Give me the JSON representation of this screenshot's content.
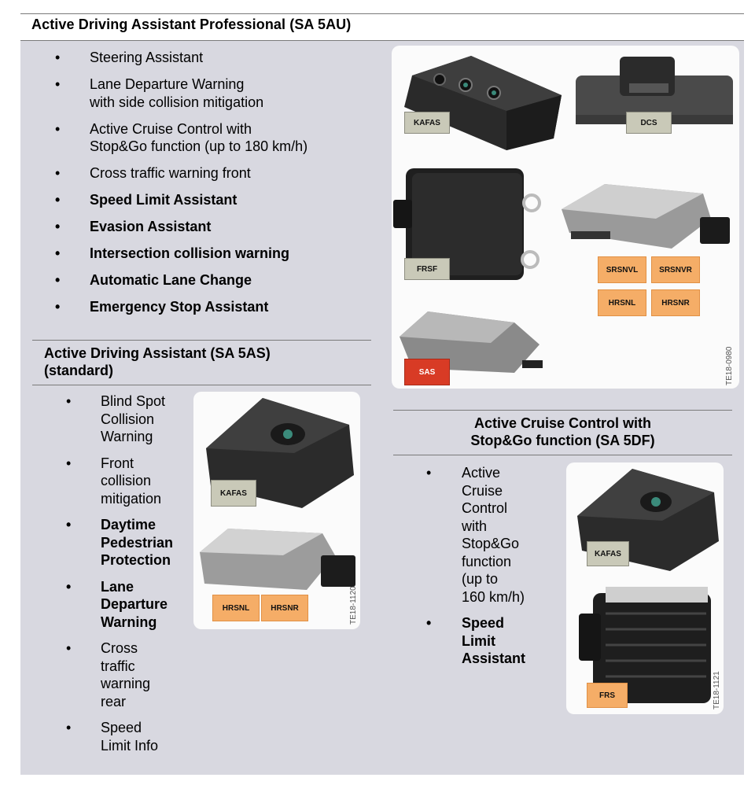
{
  "main_title": "Active Driving Assistant Professional (SA 5AU)",
  "professional_features": [
    {
      "text": "Steering Assistant",
      "bold": false
    },
    {
      "text": "Lane Departure Warning\nwith side collision mitigation",
      "bold": false
    },
    {
      "text": "Active Cruise Control with\nStop&Go function (up to 180 km/h)",
      "bold": false
    },
    {
      "text": "Cross traffic warning front",
      "bold": false
    },
    {
      "text": "Speed Limit Assistant",
      "bold": true
    },
    {
      "text": "Evasion Assistant",
      "bold": true
    },
    {
      "text": "Intersection collision warning",
      "bold": true
    },
    {
      "text": "Automatic Lane Change",
      "bold": true
    },
    {
      "text": "Emergency Stop Assistant",
      "bold": true
    }
  ],
  "standard_title": "Active Driving Assistant (SA 5AS)\n(standard)",
  "standard_features": [
    {
      "text": "Blind Spot\nCollision\nWarning",
      "bold": false
    },
    {
      "text": "Front\ncollision\nmitigation",
      "bold": false
    },
    {
      "text": "Daytime\nPedestrian\nProtection",
      "bold": true
    },
    {
      "text": "Lane\nDeparture\nWarning",
      "bold": true
    },
    {
      "text": "Cross\ntraffic\nwarning\nrear",
      "bold": false
    },
    {
      "text": "Speed\nLimit Info",
      "bold": false
    }
  ],
  "acc_title": "Active Cruise Control with\nStop&Go function (SA 5DF)",
  "acc_features": [
    {
      "text": "Active\nCruise\nControl\nwith\nStop&Go\nfunction\n(up to\n160 km/h)",
      "bold": false
    },
    {
      "text": "Speed\nLimit\nAssistant",
      "bold": true
    }
  ],
  "labels": {
    "kafas": "KAFAS",
    "dcs": "DCS",
    "frsf": "FRSF",
    "srsnvl": "SRSNVL",
    "srsnvr": "SRSNVR",
    "hrsnl": "HRSNL",
    "hrsnr": "HRSNR",
    "sas": "SAS",
    "frs": "FRS"
  },
  "figure_ids": {
    "top": "TE18-0980",
    "middle": "TE18-1120",
    "right": "TE18-1121"
  },
  "colors": {
    "panel": "#d8d8e0",
    "tag_grey": "#c9c9b8",
    "tag_orange": "#f5ad67",
    "tag_red": "#d83b25"
  }
}
